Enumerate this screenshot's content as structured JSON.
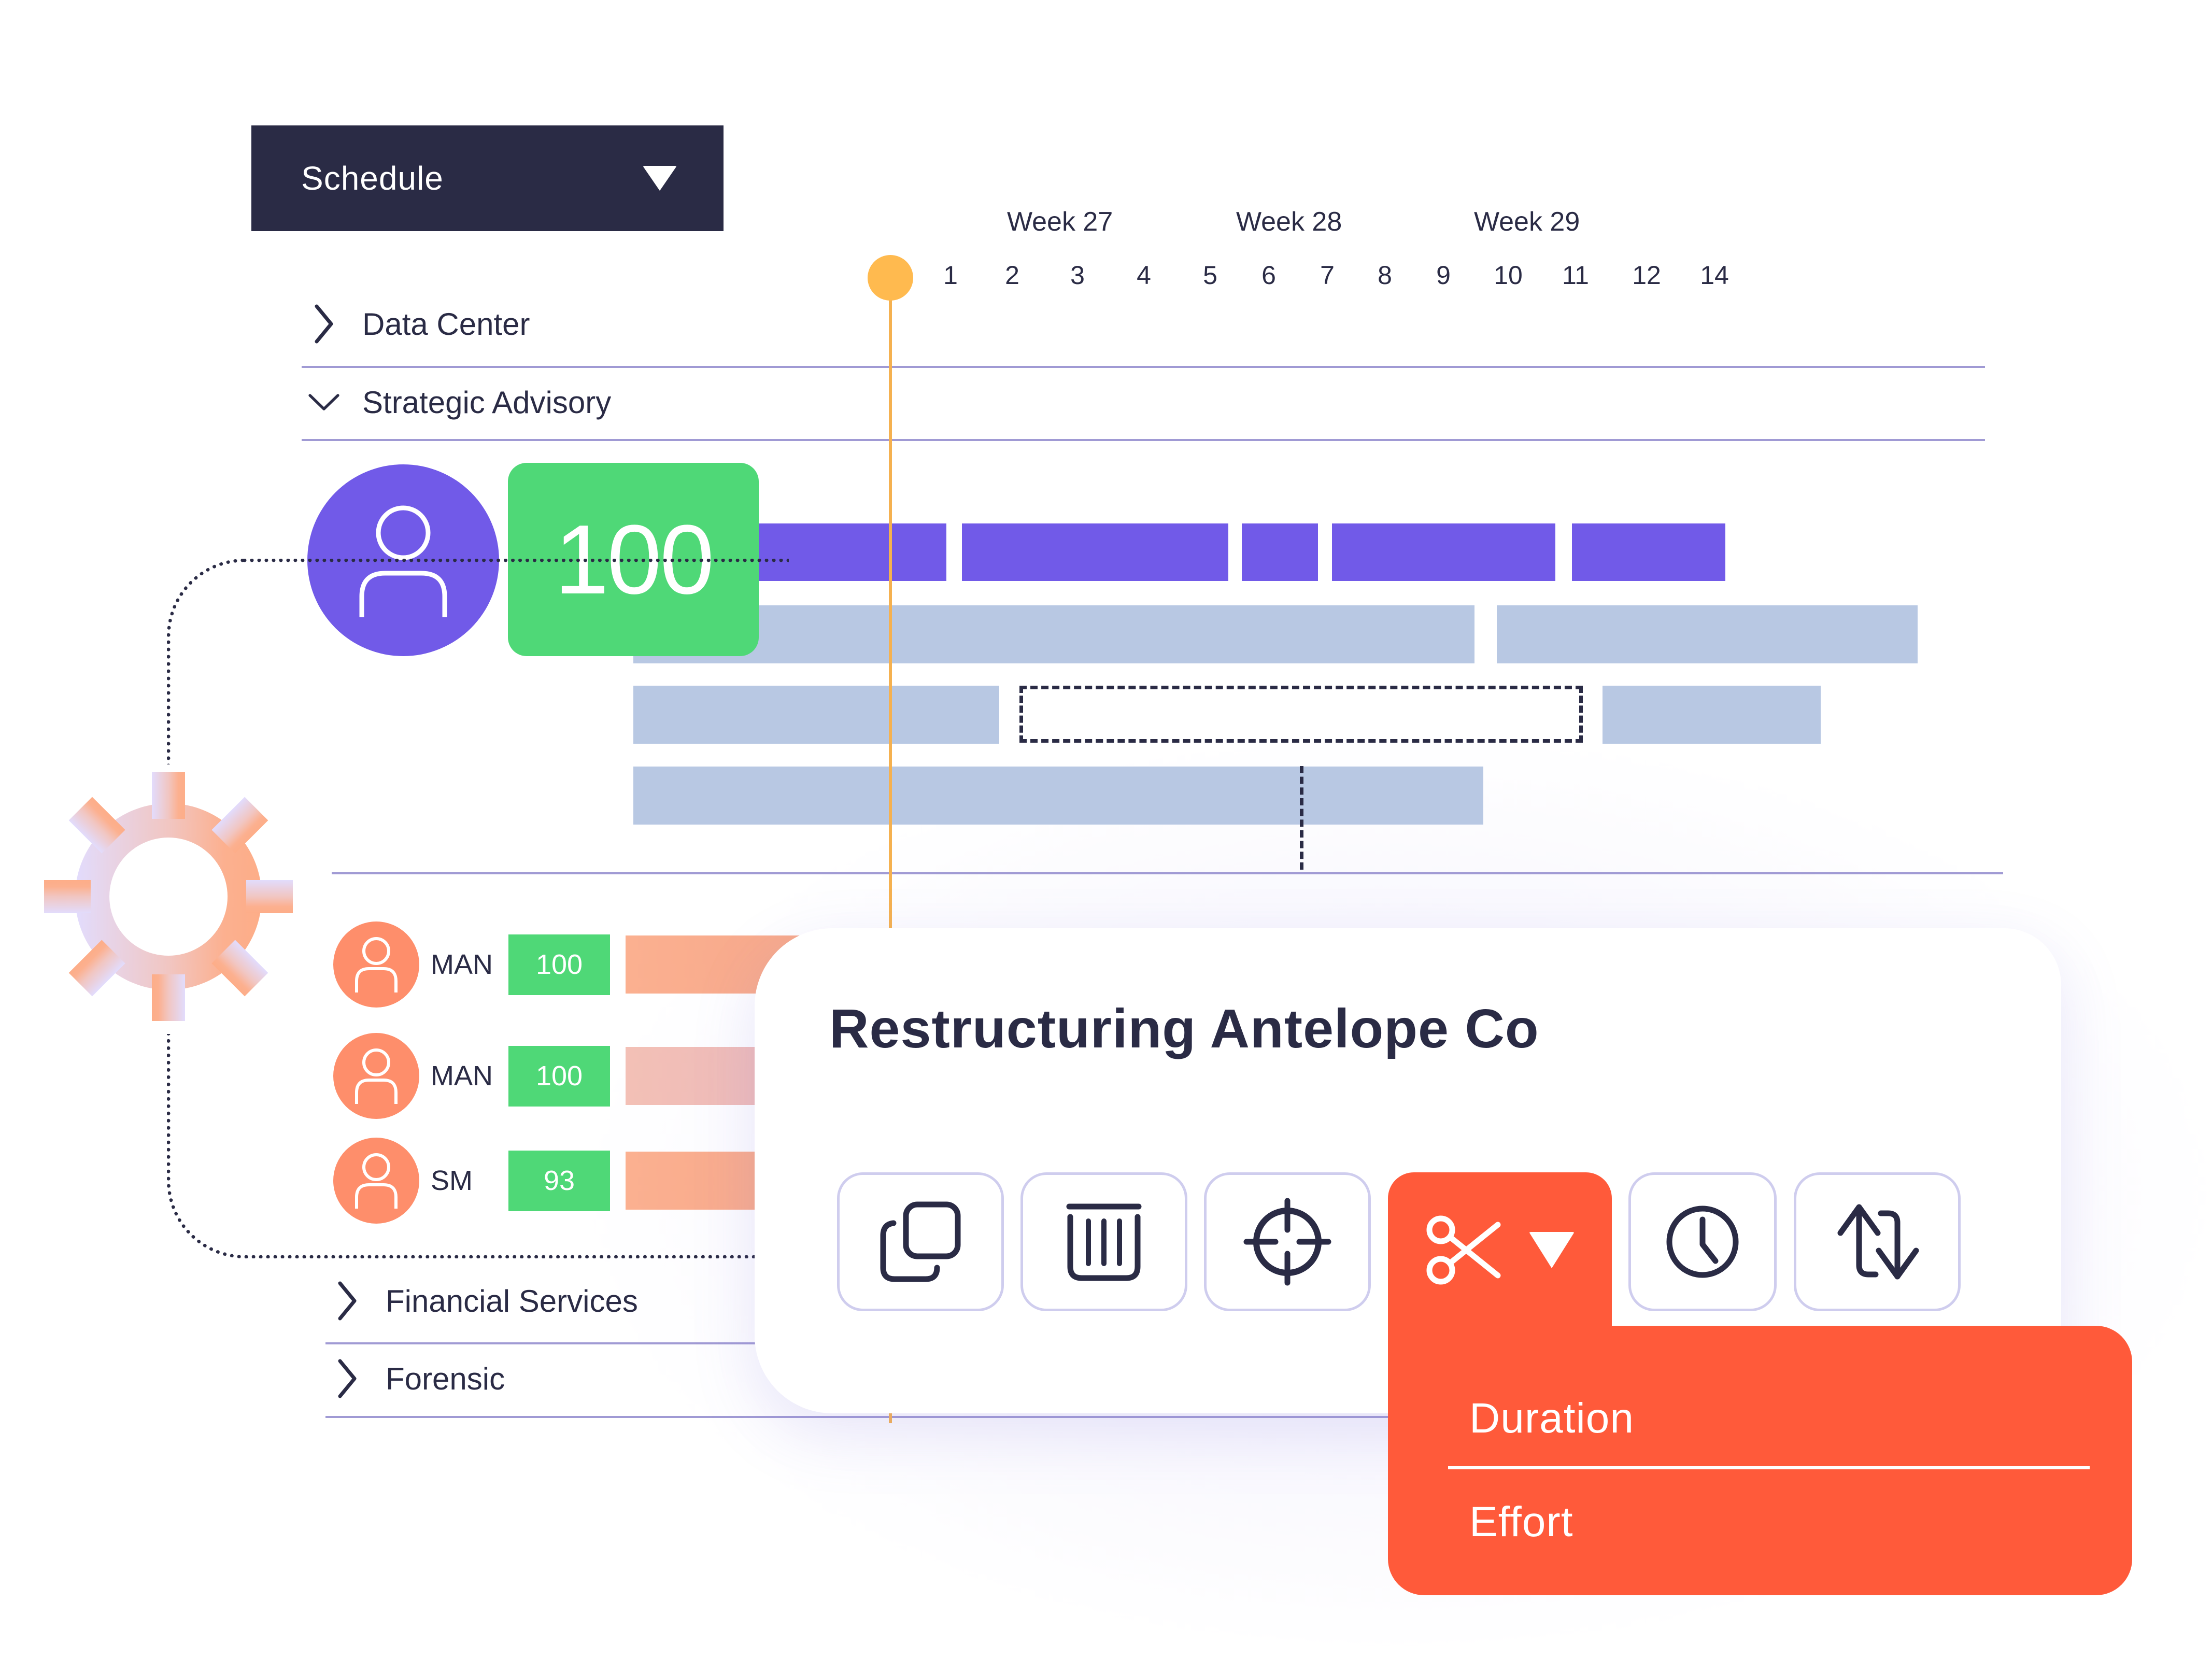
{
  "schedule_dropdown": {
    "label": "Schedule",
    "icon": "caret-down-icon"
  },
  "timeline": {
    "weeks": [
      "Week 27",
      "Week 28",
      "Week 29"
    ],
    "days": [
      "1",
      "2",
      "3",
      "4",
      "5",
      "6",
      "7",
      "8",
      "9",
      "10",
      "11",
      "12",
      "14"
    ],
    "today_marker_color": "#ffba4f"
  },
  "groups": [
    {
      "label": "Data Center",
      "expanded": false,
      "icon": "chevron-right-icon"
    },
    {
      "label": "Strategic Advisory",
      "expanded": true,
      "icon": "chevron-down-icon"
    },
    {
      "label": "Financial Services",
      "expanded": false,
      "icon": "chevron-right-icon"
    },
    {
      "label": "Forensic",
      "expanded": false,
      "icon": "chevron-right-icon"
    }
  ],
  "featured_resource": {
    "score": "100",
    "avatar_color": "#715ae8",
    "score_color": "#4fd877"
  },
  "resources": [
    {
      "role": "MAN",
      "score": "100"
    },
    {
      "role": "MAN",
      "score": "100"
    },
    {
      "role": "SM",
      "score": "93"
    }
  ],
  "task_card": {
    "title": "Restructuring Antelope Co",
    "toolbar": [
      {
        "name": "copy",
        "icon": "copy-icon"
      },
      {
        "name": "delete",
        "icon": "trash-icon"
      },
      {
        "name": "locate",
        "icon": "crosshair-icon"
      },
      {
        "name": "split",
        "icon": "scissors-icon",
        "active": true,
        "has_dropdown": true
      },
      {
        "name": "time",
        "icon": "clock-icon"
      },
      {
        "name": "swap",
        "icon": "swap-arrows-icon"
      }
    ],
    "split_menu": [
      "Duration",
      "Effort"
    ]
  },
  "colors": {
    "primary_dark": "#2a2b45",
    "accent_orange": "#ff5a3a",
    "purple": "#715ae8",
    "green": "#4fd877",
    "bar_blue": "#b8c8e3",
    "resource_orange": "#fe8e6b",
    "divider": "#a09ad4"
  }
}
